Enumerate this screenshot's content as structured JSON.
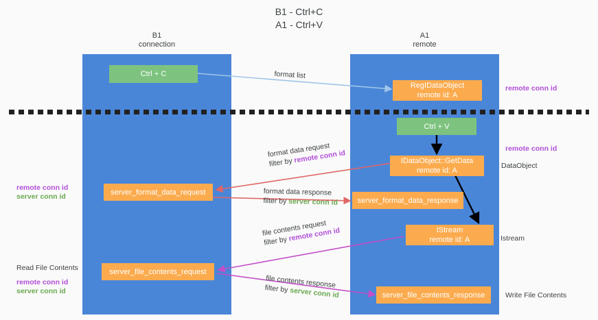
{
  "title": "B1 - Ctrl+C\nA1 - Ctrl+V",
  "columns": [
    {
      "name": "B1",
      "sub": "connection"
    },
    {
      "name": "A1",
      "sub": "remote"
    }
  ],
  "nodes": {
    "ctrl_c": {
      "line1": "Ctrl + C",
      "line2": "",
      "color": "#7dc37f"
    },
    "reg_dataobject": {
      "line1": "RegIDataObject",
      "line2": "remote id: A",
      "color": "#fbab4e"
    },
    "ctrl_v": {
      "line1": "Ctrl + V",
      "line2": "",
      "color": "#7dc37f"
    },
    "getdata": {
      "line1": "IDataObject::GetData",
      "line2": "remote id: A",
      "color": "#fbab4e"
    },
    "server_format_data_request": {
      "line1": "server_format_data_request",
      "line2": "",
      "color": "#fbab4e"
    },
    "server_format_data_response": {
      "line1": "server_format_data_response",
      "line2": "",
      "color": "#fbab4e"
    },
    "istream": {
      "line1": "IStream",
      "line2": "remote id: A",
      "color": "#fbab4e"
    },
    "server_file_contents_request": {
      "line1": "server_file_contents_request",
      "line2": "",
      "color": "#fbab4e"
    },
    "server_file_contents_response": {
      "line1": "server_file_contents_response",
      "line2": "",
      "color": "#fbab4e"
    }
  },
  "edges": {
    "format_list": {
      "label": "format list",
      "color": "#9fc5e8"
    },
    "format_data_request": {
      "line1": "format data request",
      "line2_prefix": "filter by ",
      "line2_key": "remote conn id",
      "color": "#e06666"
    },
    "format_data_response": {
      "line1": "format data response",
      "line2_prefix": "filter by ",
      "line2_key": "server conn id",
      "color": "#e06666"
    },
    "file_contents_request": {
      "line1": "file contents request",
      "line2_prefix": "filter by ",
      "line2_key": "remote conn id",
      "color": "#c24ec9"
    },
    "file_contents_response": {
      "line1": "file contents response",
      "line2_prefix": "filter by ",
      "line2_key": "server conn id",
      "color": "#c24ec9"
    }
  },
  "annotations": {
    "right_remote_conn_id_top": "remote conn id",
    "right_remote_conn_id_mid": "remote conn id",
    "right_dataobject": "DataObject",
    "right_istream": "Istream",
    "right_write_file_contents": "Write File Contents",
    "left_remote_conn_id": "remote conn id",
    "left_server_conn_id": "server conn id",
    "left_read_file_contents": "Read File Contents",
    "left_remote_conn_id_2": "remote conn id",
    "left_server_conn_id_2": "server conn id"
  },
  "colors": {
    "lane": "#4a86d8",
    "green_node": "#7dc37f",
    "orange_node": "#fbab4e",
    "purple_text": "#b14fd8",
    "green_text": "#6aa84f",
    "red_arrow": "#e06666",
    "magenta_arrow": "#c24ec9",
    "blue_arrow": "#9fc5e8",
    "black_arrow": "#000000",
    "background": "#fafafa"
  }
}
